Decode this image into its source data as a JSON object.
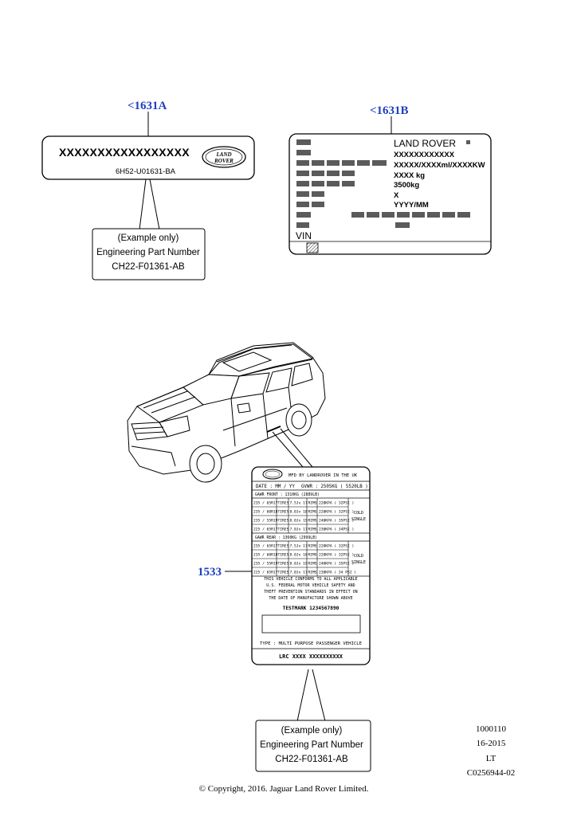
{
  "callouts": {
    "label_a": "<1631A",
    "label_b": "<1631B",
    "label_c": "1533"
  },
  "label_a": {
    "code": "XXXXXXXXXXXXXXXXX",
    "part": "6H52-U01631-BA",
    "logo_line1": "LAND",
    "logo_line2": "ROVER"
  },
  "example_box": {
    "line1": "(Example only)",
    "line2": "Engineering Part Number",
    "line3": "CH22-F01361-AB"
  },
  "label_b": {
    "brand": "LAND ROVER",
    "values": [
      "XXXXXXXXXXXX",
      "XXXXX/XXXXml/XXXXKW",
      "XXXX kg",
      "3500kg",
      "X",
      "YYYY/MM"
    ],
    "vin": "VIN"
  },
  "label_c": {
    "mfd": "MFD BY LANDROVER IN THE UK",
    "date": "DATE : MM / YY",
    "gvwr": "GVWR : 2505KG ( 5520LB )",
    "front_header": "GAWR FRONT : 1310KG (2889LB)",
    "rear_header": "GAWR REAR : 1360KG (2999LB)",
    "front_rows": [
      [
        "235 / 65R17",
        "TIRES",
        "7.5Jx 17",
        "RIMS",
        "220KPA ( 32PSI )"
      ],
      [
        "235 / 60R18",
        "TIRES",
        "8.0Jx 18",
        "RIMS",
        "220KPA ( 32PSI )"
      ],
      [
        "235 / 55R19",
        "TIRES",
        "8.0Jx 19",
        "RIMS",
        "240KPA ( 35PSI )"
      ],
      [
        "225 / 65R17",
        "TIRES",
        "7.0Jx 17",
        "RIMS",
        "230KPA ( 34PSI )"
      ]
    ],
    "rear_rows": [
      [
        "235 / 65R17",
        "TIRES",
        "7.5Jx 17",
        "RIMS",
        "220KPA ( 32PSI )"
      ],
      [
        "235 / 60R18",
        "TIRES",
        "8.0Jx 18",
        "RIMS",
        "220KPA ( 32PSI )"
      ],
      [
        "235 / 55R19",
        "TIRES",
        "8.0Jx 19",
        "RIMS",
        "240KPA ( 35PSI )"
      ],
      [
        "225 / 65R17",
        "TIRES",
        "7.0Jx 17",
        "RIMS",
        "230KPA ( 34 PSI )"
      ]
    ],
    "cold": "COLD",
    "single": "SINGLE",
    "conform": [
      "THIS VEHICLE CONFORMS TO ALL APPLICABLE",
      "U.S. FEDERAL MOTOR VEHICLE SAFETY AND",
      "THEFT PREVENTION STANDARDS IN EFFECT ON",
      "THE DATE OF MANUFACTURE SHOWN ABOVE"
    ],
    "testmark": "TESTMARK 1234567890",
    "type": "TYPE : MULTI PURPOSE PASSENGER VEHICLE",
    "lrc": "LRC XXXX XXXXXXXXXX"
  },
  "reference": {
    "line1": "1000110",
    "line2": "16-2015",
    "line3": "LT",
    "line4": "C0256944-02"
  },
  "copyright": "© Copyright, 2016. Jaguar Land Rover Limited."
}
